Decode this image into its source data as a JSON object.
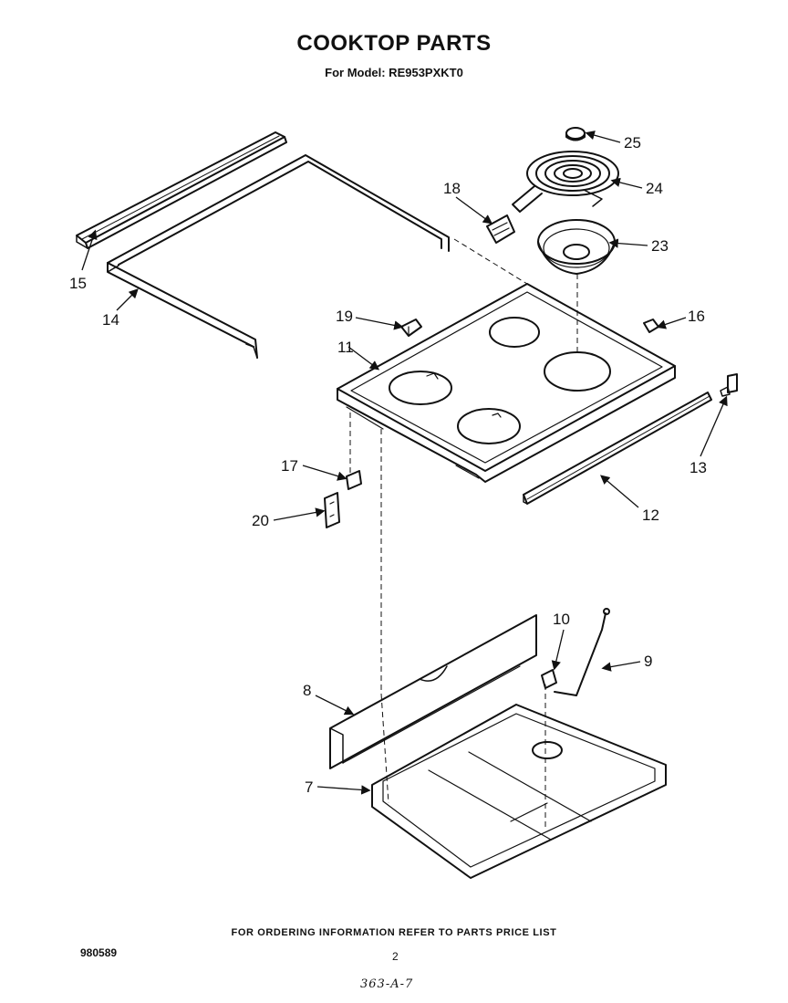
{
  "header": {
    "title": "COOKTOP PARTS",
    "subtitle": "For Model: RE953PXKT0"
  },
  "callouts": [
    {
      "id": "c25",
      "label": "25"
    },
    {
      "id": "c24",
      "label": "24"
    },
    {
      "id": "c23",
      "label": "23"
    },
    {
      "id": "c18",
      "label": "18"
    },
    {
      "id": "c15",
      "label": "15"
    },
    {
      "id": "c14",
      "label": "14"
    },
    {
      "id": "c19",
      "label": "19"
    },
    {
      "id": "c16",
      "label": "16"
    },
    {
      "id": "c11",
      "label": "11"
    },
    {
      "id": "c13",
      "label": "13"
    },
    {
      "id": "c17",
      "label": "17"
    },
    {
      "id": "c12",
      "label": "12"
    },
    {
      "id": "c20",
      "label": "20"
    },
    {
      "id": "c10",
      "label": "10"
    },
    {
      "id": "c9",
      "label": "9"
    },
    {
      "id": "c8",
      "label": "8"
    },
    {
      "id": "c7",
      "label": "7"
    }
  ],
  "footer": {
    "ordering_note": "FOR ORDERING INFORMATION REFER TO PARTS PRICE LIST",
    "doc_number": "980589",
    "page_number": "2",
    "handwritten_note": "363-A-7"
  },
  "colors": {
    "ink": "#111111",
    "paper": "#ffffff"
  }
}
